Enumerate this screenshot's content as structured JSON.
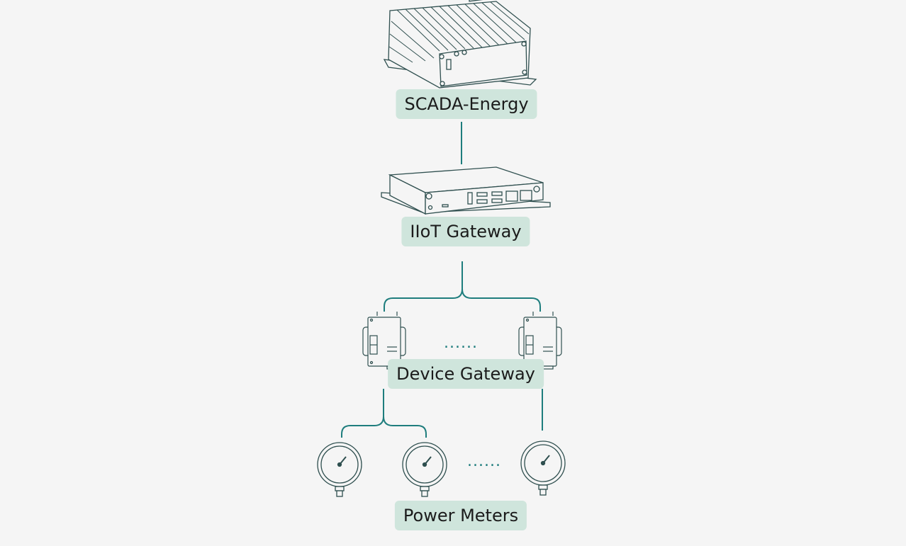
{
  "nodes": {
    "scada": {
      "label": "SCADA-Energy",
      "icon": "industrial-pc-icon"
    },
    "iiot": {
      "label": "IIoT Gateway",
      "icon": "gateway-box-icon"
    },
    "device": {
      "label": "Device Gateway",
      "icon": "din-rail-gateway-icon",
      "ellipsis": "......"
    },
    "meters": {
      "label": "Power Meters",
      "icon": "pressure-gauge-icon",
      "ellipsis": "......"
    }
  },
  "colors": {
    "background": "#f5f5f5",
    "line": "#1e7d7d",
    "label_bg": "#cfe5dc",
    "device_stroke": "#2f4f4f"
  }
}
